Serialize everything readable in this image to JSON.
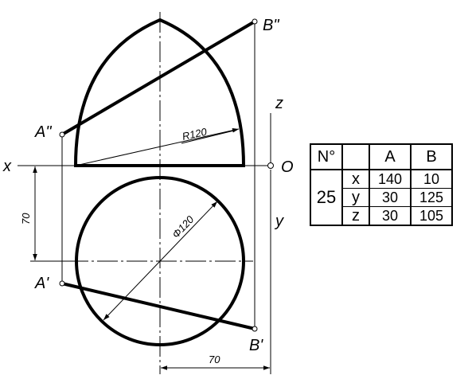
{
  "labels": {
    "b_front": "B\"",
    "a_front": "A\"",
    "a_top": "A'",
    "b_top": "B'",
    "x_axis": "x",
    "y_axis": "y",
    "z_axis": "z",
    "origin": "O",
    "radius": "R120",
    "diameter": "Φ120",
    "dim_vertical": "70",
    "dim_horizontal": "70"
  },
  "table": {
    "header": {
      "no": "N°",
      "blank": "",
      "a": "A",
      "b": "B"
    },
    "variant": "25",
    "rows": [
      {
        "axis": "x",
        "a": "140",
        "b": "10"
      },
      {
        "axis": "y",
        "a": "30",
        "b": "125"
      },
      {
        "axis": "z",
        "a": "30",
        "b": "105"
      }
    ]
  }
}
